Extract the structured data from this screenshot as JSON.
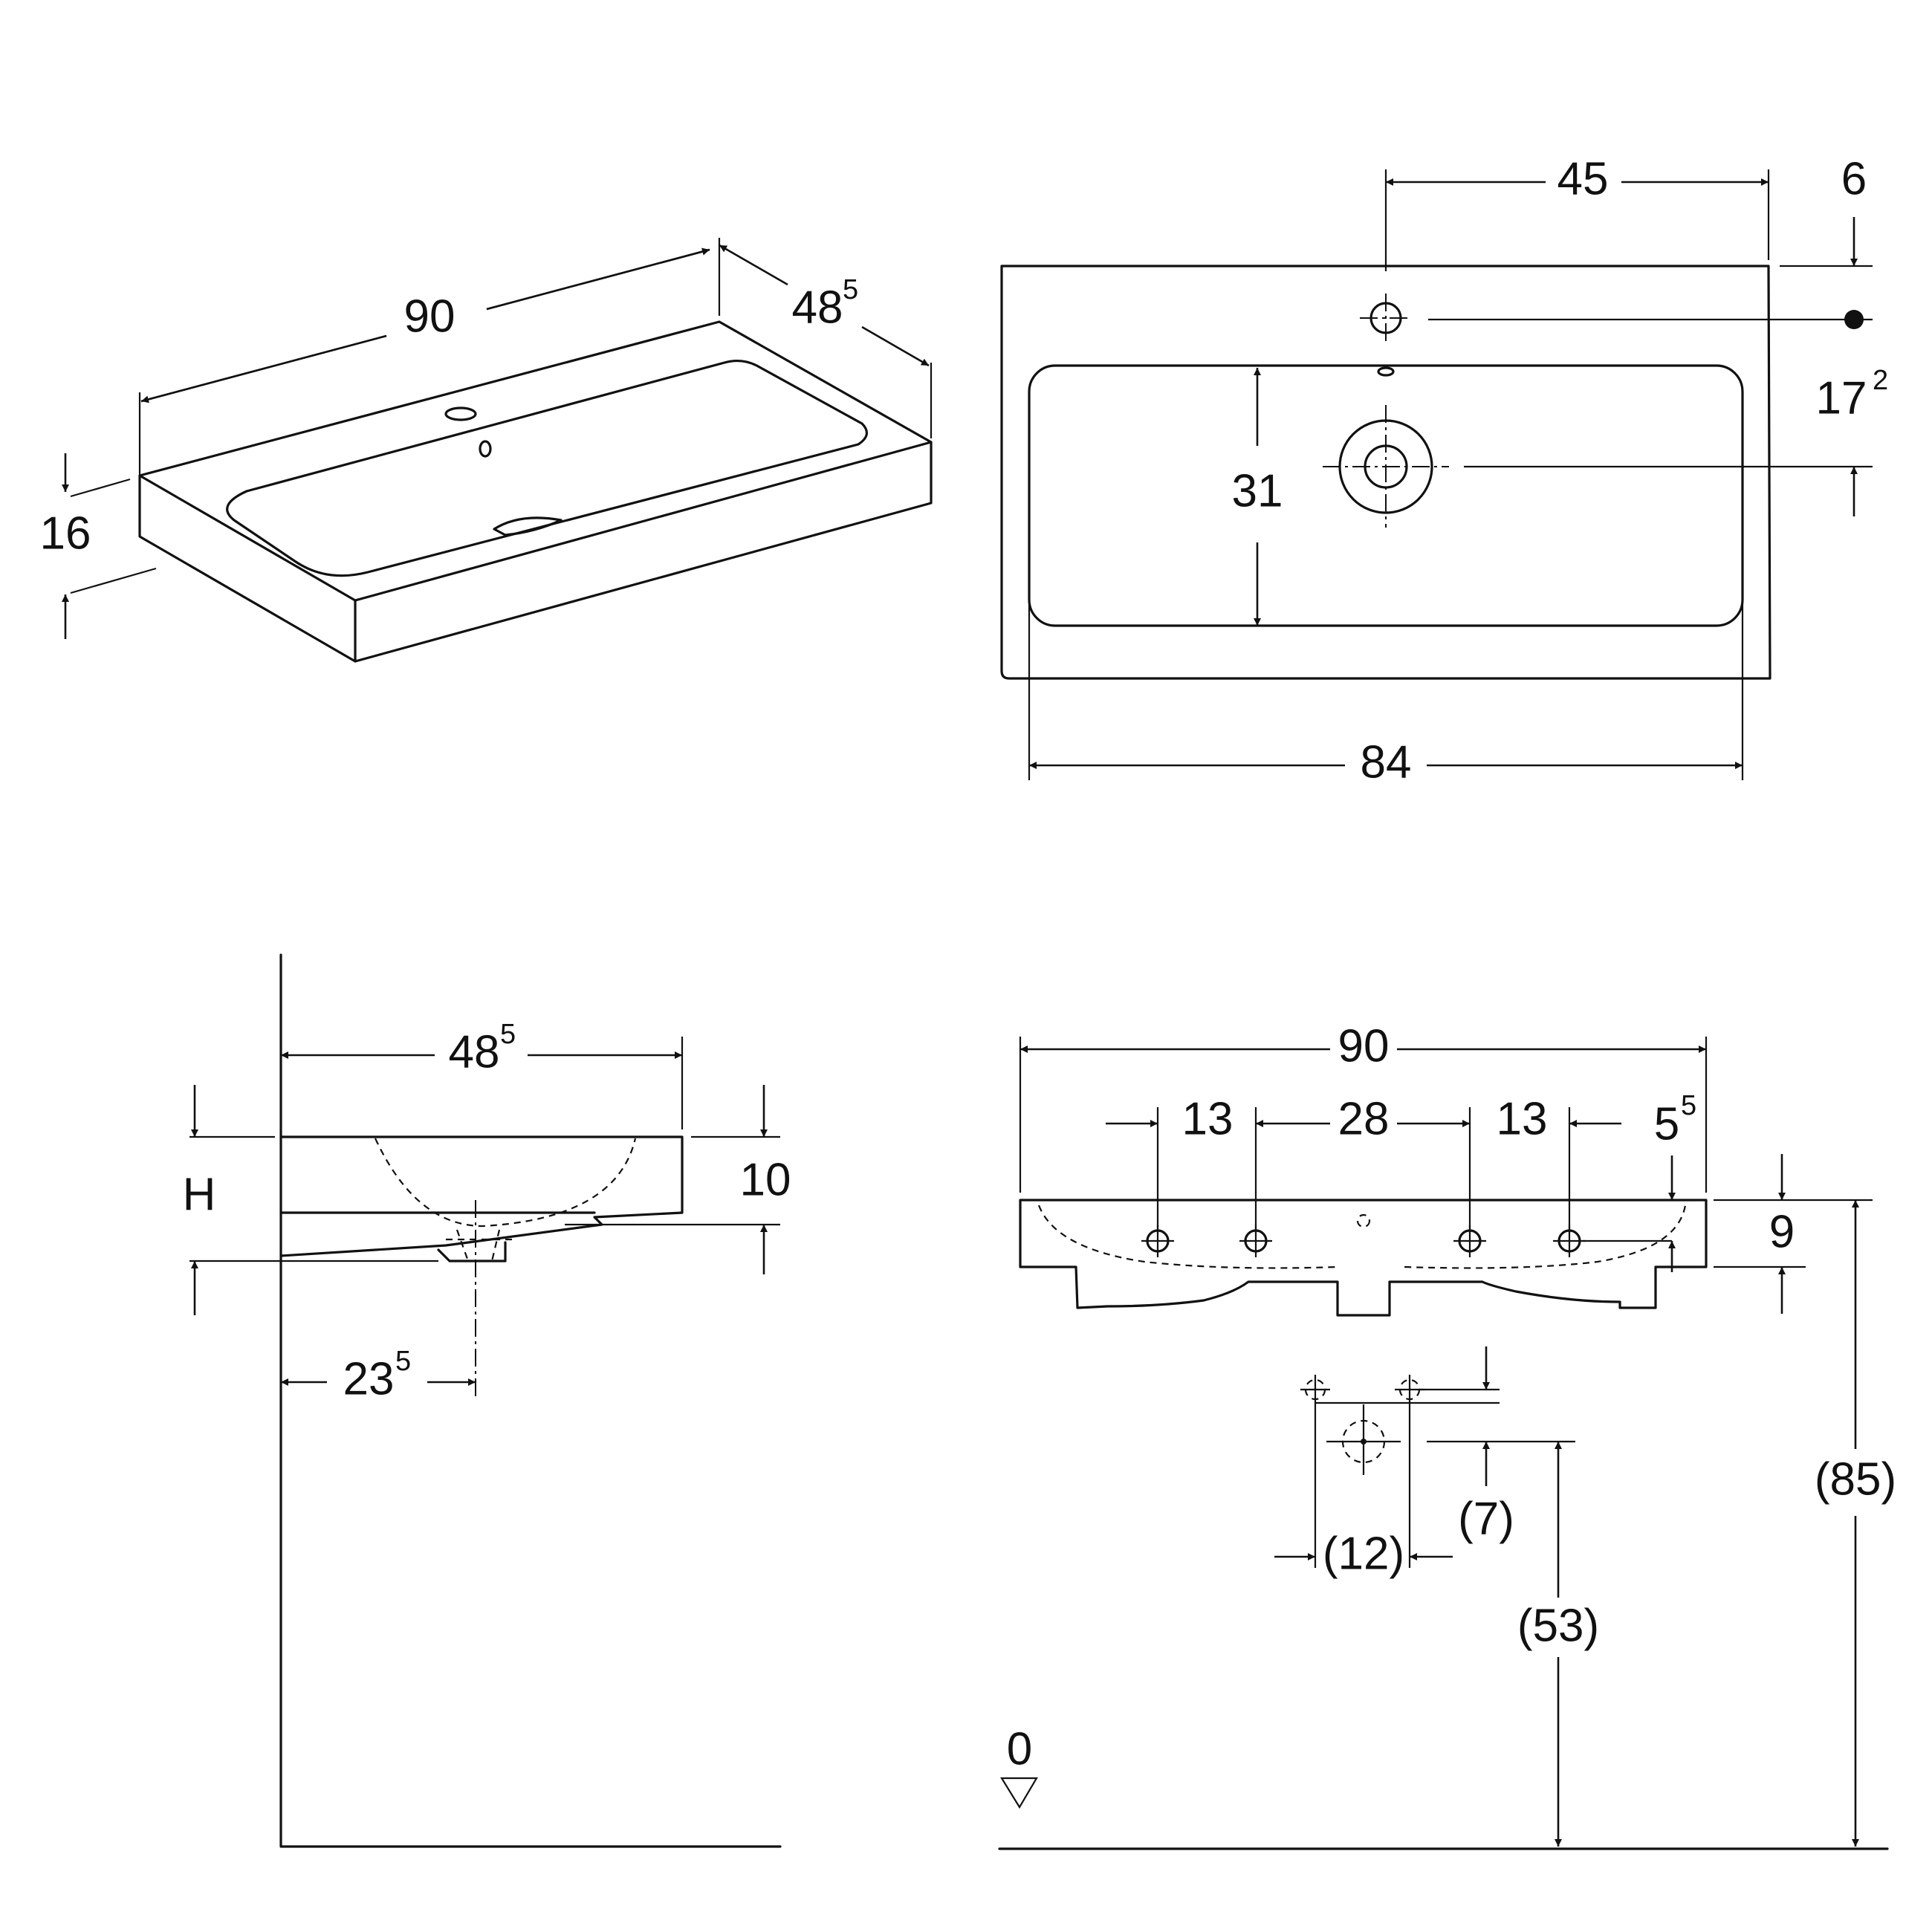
{
  "iso": {
    "width": "90",
    "depth_main": "48",
    "depth_sup": "5",
    "height": "16"
  },
  "top": {
    "tap_offset": "45",
    "edge_offset": "6",
    "bowl_depth": "31",
    "axis_main": "17",
    "axis_sup": "2",
    "inner_width": "84"
  },
  "side": {
    "depth_main": "48",
    "depth_sup": "5",
    "h_label": "H",
    "rim_height": "10",
    "drain_main": "23",
    "drain_sup": "5"
  },
  "front": {
    "width": "90",
    "seg_a": "13",
    "seg_b": "28",
    "seg_c": "13",
    "edge_main": "5",
    "edge_sup": "5",
    "rim": "9",
    "supply_spacing": "(12)",
    "supply_offset": "(7)",
    "drain_height": "(53)",
    "total_height": "(85)",
    "floor_label": "0"
  }
}
